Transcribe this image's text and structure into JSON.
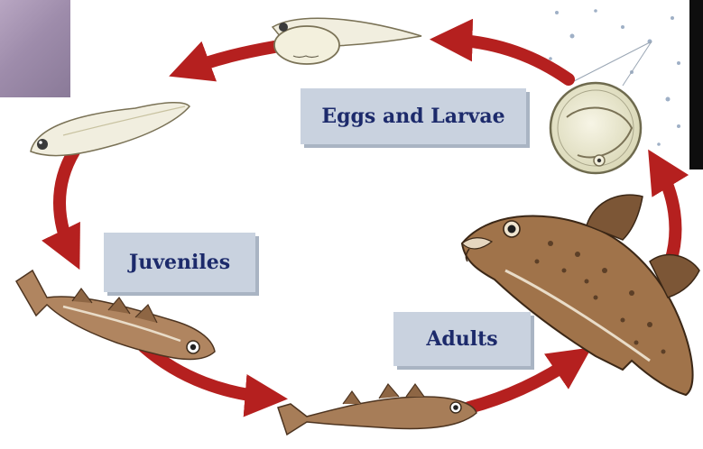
{
  "diagram": {
    "stages": {
      "eggs_larvae": "Eggs and Larvae",
      "juveniles": "Juveniles",
      "adults": "Adults"
    },
    "colors": {
      "arrow": "#b5201f",
      "label_bg": "#c9d2df",
      "label_text": "#1c2a6b",
      "fish_body": "#a0734a",
      "larva": "#f1eedf"
    },
    "icons": [
      "cod-larva-yolk-icon",
      "cod-larva-icon",
      "juvenile-cod-icon",
      "young-cod-icon",
      "adult-cod-icon",
      "cod-egg-icon"
    ]
  }
}
